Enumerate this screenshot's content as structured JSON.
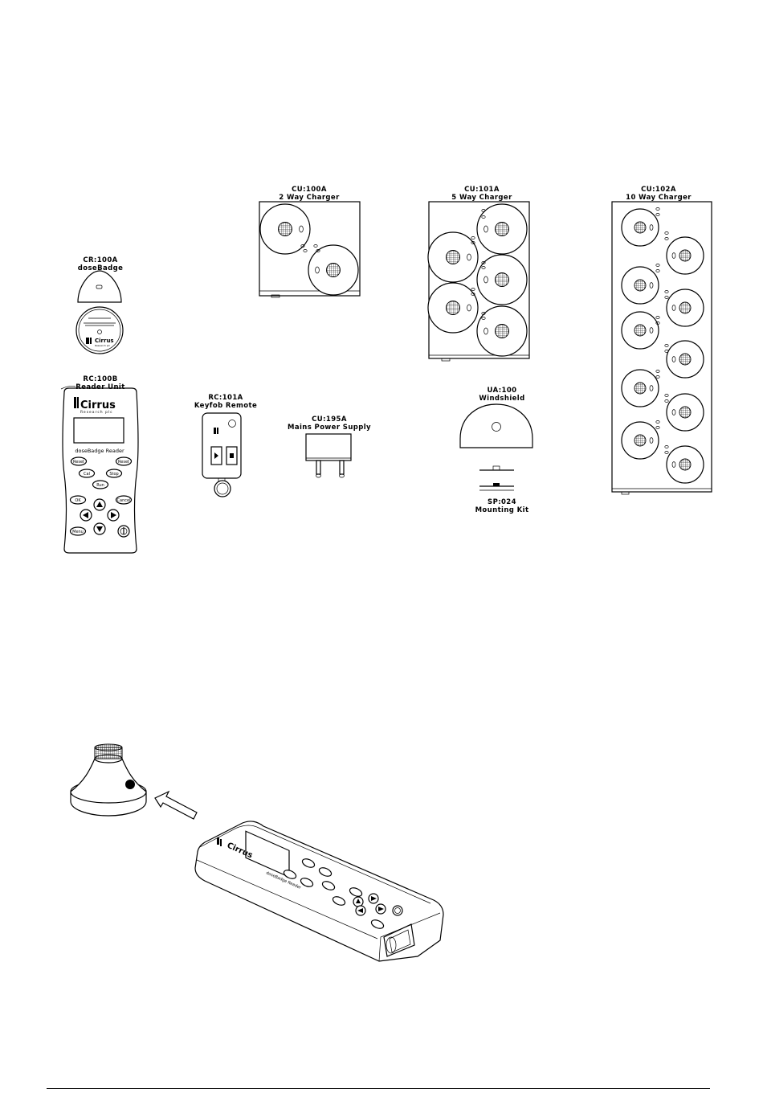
{
  "components": {
    "cu100a": {
      "code": "CU:100A",
      "name": "2 Way Charger"
    },
    "cu101a": {
      "code": "CU:101A",
      "name": "5 Way Charger"
    },
    "cu102a": {
      "code": "CU:102A",
      "name": "10 Way Charger"
    },
    "cr100a": {
      "code": "CR:100A",
      "name": "doseBadge"
    },
    "rc100b": {
      "code": "RC:100B",
      "name": "Reader Unit"
    },
    "rc101a": {
      "code": "RC:101A",
      "name": "Keyfob Remote"
    },
    "cu195a": {
      "code": "CU:195A",
      "name": "Mains Power Supply"
    },
    "ua100": {
      "code": "UA:100",
      "name": "Windshield"
    },
    "sp024": {
      "code": "SP:024",
      "name": "Mounting Kit"
    }
  },
  "reader": {
    "brand": "Cirrus",
    "brand_sub": "Research plc",
    "model_text": "doseBadge Reader",
    "buttons": {
      "reset_left": "Reset",
      "reset_right": "Reset",
      "cal": "Cal",
      "stop": "Stop",
      "run": "Run",
      "ok": "OK",
      "cancel": "Cancel",
      "menu": "Menu"
    }
  },
  "badge_label": {
    "brand": "Cirrus",
    "brand_sub": "Research plc"
  },
  "colors": {
    "line": "#000000",
    "background": "#ffffff"
  },
  "icons": [
    "grille-icon",
    "arrow-up-icon",
    "arrow-down-icon",
    "arrow-left-icon",
    "arrow-right-icon",
    "power-icon",
    "play-icon",
    "stop-icon",
    "cirrus-logo-icon"
  ]
}
